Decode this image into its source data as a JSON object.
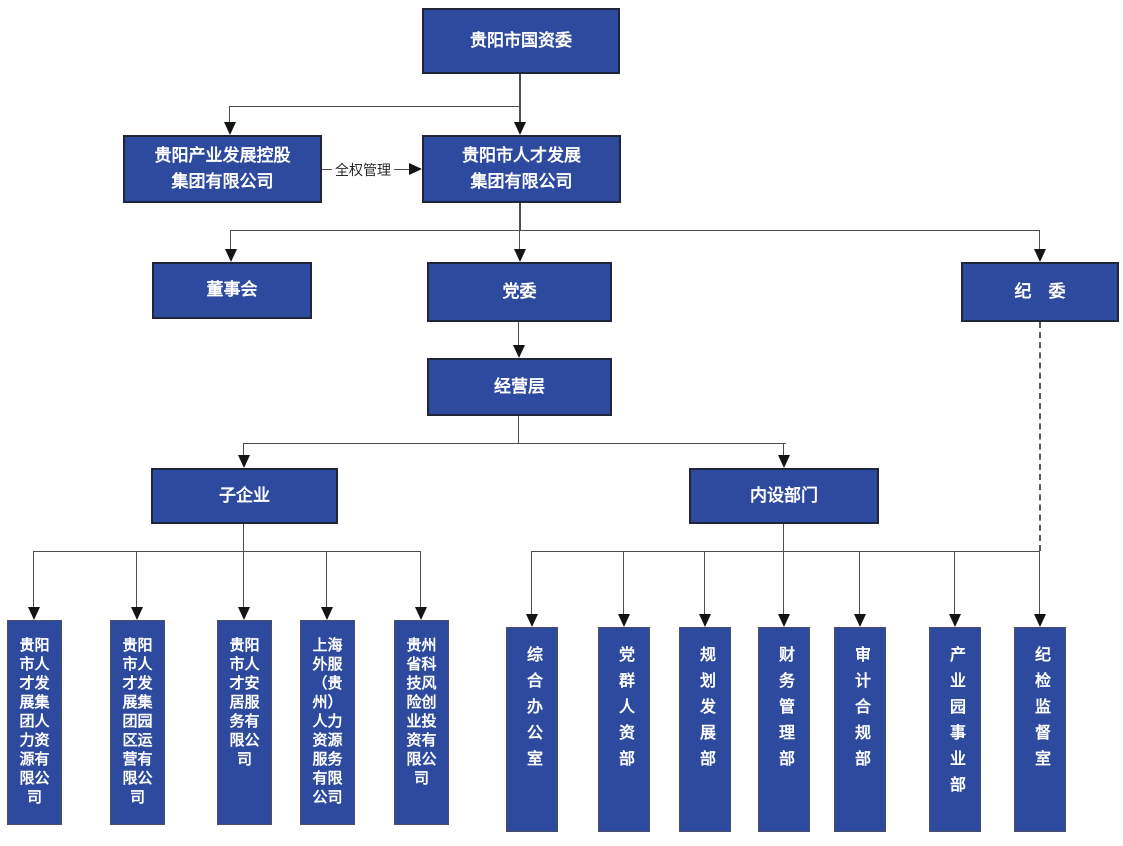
{
  "org_chart": {
    "root": {
      "label": "贵阳市国资委"
    },
    "management_edge_label": "全权管理",
    "level2": [
      {
        "label": "贵阳产业发展控股\n集团有限公司"
      },
      {
        "label": "贵阳市人才发展\n集团有限公司"
      }
    ],
    "governance": [
      {
        "label": "董事会"
      },
      {
        "label": "党委"
      },
      {
        "label": "纪　委"
      }
    ],
    "management_layer": {
      "label": "经营层"
    },
    "branches": [
      {
        "label": "子企业"
      },
      {
        "label": "内设部门"
      }
    ],
    "subsidiaries": [
      {
        "label": "贵阳市人才发展集团人力资源有限公司"
      },
      {
        "label": "贵阳市人才发展集团园区运营有限公司"
      },
      {
        "label": "贵阳市人才安居服务有限公司"
      },
      {
        "label": "上海外服（贵州）人力资源服务有限公司"
      },
      {
        "label": "贵州省科技风险创业投资有限公司"
      }
    ],
    "departments": [
      {
        "label": "综合办公室"
      },
      {
        "label": "党群人资部"
      },
      {
        "label": "规划发展部"
      },
      {
        "label": "财务管理部"
      },
      {
        "label": "审计合规部"
      },
      {
        "label": "产业园事业部"
      },
      {
        "label": "纪检监督室"
      }
    ],
    "colors": {
      "box_fill": "#2e4a9f",
      "box_border": "#20263a",
      "connector": "#4d4d4d",
      "arrow": "#141414",
      "text": "#ffffff"
    }
  }
}
